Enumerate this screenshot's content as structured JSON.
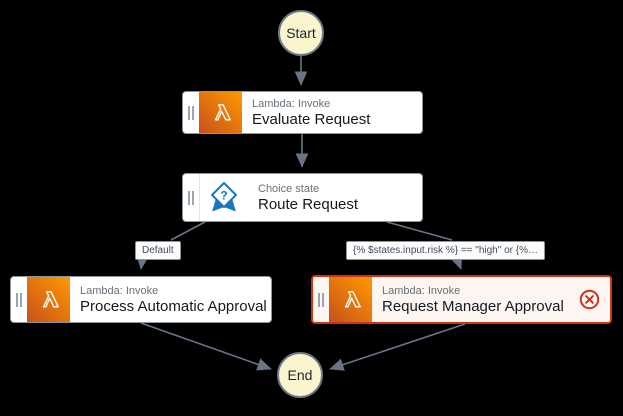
{
  "workflow": {
    "start": {
      "label": "Start"
    },
    "end": {
      "label": "End"
    },
    "states": {
      "evaluate": {
        "type_label": "Lambda: Invoke",
        "name": "Evaluate Request"
      },
      "route": {
        "type_label": "Choice state",
        "name": "Route Request"
      },
      "process": {
        "type_label": "Lambda: Invoke",
        "name": "Process Automatic Approval"
      },
      "request": {
        "type_label": "Lambda: Invoke",
        "name": "Request Manager Approval",
        "status": "error"
      }
    },
    "edge_labels": {
      "default_rule": "Default",
      "condition_rule": "{% $states.input.risk %} == \"high\" or {%…"
    },
    "colors": {
      "canvas_background": "#000000",
      "lambda_gradient_start": "#FF9900",
      "lambda_gradient_end": "#C8511B",
      "choice_icon_blue": "#1778BE",
      "error_red": "#D13212",
      "error_node_fill": "#FDF5F2",
      "terminal_node_fill": "#FBF5CE",
      "edge_gray": "#697586"
    }
  }
}
